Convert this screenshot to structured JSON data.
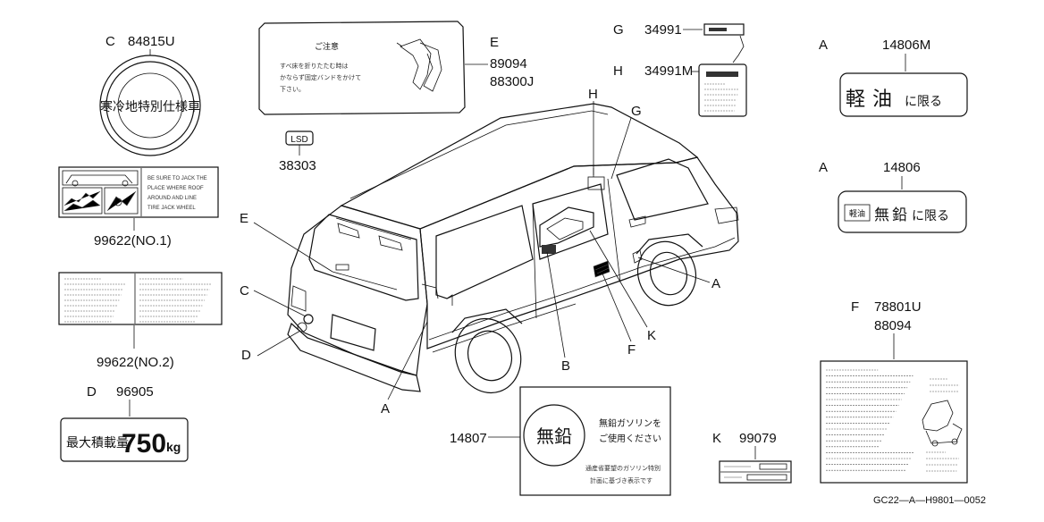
{
  "drawing_id": "GC22—A—H9801—0052",
  "callouts": {
    "E": "E",
    "H": "H",
    "G": "G",
    "C": "C",
    "D": "D",
    "A1": "A",
    "A2": "A",
    "B": "B",
    "F": "F",
    "K": "K"
  },
  "parts": {
    "c": {
      "letter": "C",
      "number": "84815U",
      "text": "寒冷地特別仕様車"
    },
    "e": {
      "letter": "E",
      "numbers": [
        "89094",
        "88300J"
      ],
      "title": "ご注意",
      "lines": [
        "すべ床を折りたたむ時は",
        "かならず固定バンドをかけて",
        "下さい。"
      ]
    },
    "lsd": {
      "badge": "LSD",
      "number": "38303"
    },
    "g": {
      "letter": "G",
      "number": "34991"
    },
    "h": {
      "letter": "H",
      "number": "34991M"
    },
    "a1": {
      "letter": "A",
      "number": "14806M",
      "big1": "軽",
      "big2": "油",
      "small": "に限る"
    },
    "a2": {
      "letter": "A",
      "number": "14806",
      "tag": "軽油",
      "big1": "無",
      "big2": "鉛",
      "small": "に限る"
    },
    "n1": {
      "number": "99622(NO.1)",
      "right_lines": [
        "BE SURE TO JACK THE",
        "PLACE WHERE ROOF",
        "AROUND AND LINE",
        "TIRE JACK WHEEL"
      ]
    },
    "n2": {
      "number": "99622(NO.2)"
    },
    "d": {
      "letter": "D",
      "number": "96905",
      "text": "最大積載量",
      "value": "750",
      "unit": "kg"
    },
    "f": {
      "letter": "F",
      "numbers": [
        "78801U",
        "88094"
      ]
    },
    "b": {
      "number": "14807",
      "circle": "無鉛",
      "line1": "無鉛ガソリンを",
      "line2": "ご使用ください",
      "foot1": "通産省要望のガソリン特別",
      "foot2": "計画に基づき表示です"
    },
    "k": {
      "letter": "K",
      "number": "99079"
    }
  }
}
